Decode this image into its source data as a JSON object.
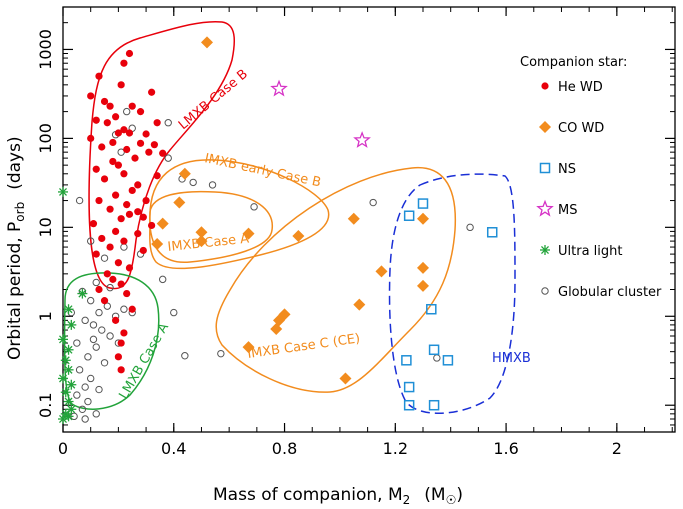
{
  "chart_data": {
    "type": "scatter",
    "xlabel": "Mass of companion, M",
    "xlabel_sub": "2",
    "xlabel_unit": "(M",
    "xlabel_unit_close": ")",
    "ylabel": "Orbital period, P",
    "ylabel_sub": "orb",
    "ylabel_unit": "(days)",
    "xlim": [
      0,
      2.21
    ],
    "ylim": [
      0.05,
      3000
    ],
    "yscale": "log",
    "x_ticks": [
      {
        "v": 0,
        "label": "0"
      },
      {
        "v": 0.4,
        "label": "0.4"
      },
      {
        "v": 0.8,
        "label": "0.8"
      },
      {
        "v": 1.2,
        "label": "1.2"
      },
      {
        "v": 1.6,
        "label": "1.6"
      },
      {
        "v": 2,
        "label": "2"
      }
    ],
    "y_ticks": [
      {
        "v": 0.1,
        "label": "0.1"
      },
      {
        "v": 1,
        "label": "1"
      },
      {
        "v": 10,
        "label": "10"
      },
      {
        "v": 100,
        "label": "100"
      },
      {
        "v": 1000,
        "label": "1000"
      }
    ],
    "legend": {
      "title": "Companion star:",
      "placement": "right",
      "entries": [
        {
          "label": "He WD",
          "marker": "filled-circle",
          "color": "#e8000b"
        },
        {
          "label": "CO WD",
          "marker": "filled-diamond",
          "color": "#f28c1e"
        },
        {
          "label": "NS",
          "marker": "open-square",
          "color": "#1f8fd6"
        },
        {
          "label": "MS",
          "marker": "open-star",
          "color": "#d633c6"
        },
        {
          "label": "Ultra light",
          "marker": "asterisk",
          "color": "#22a33a"
        },
        {
          "label": "Globular cluster",
          "marker": "open-circle",
          "color": "#555555"
        }
      ]
    },
    "regions": [
      {
        "label": "LMXB Case B",
        "color": "#e8000b",
        "style": "solid"
      },
      {
        "label": "IMXB early Case B",
        "color": "#f28c1e",
        "style": "solid"
      },
      {
        "label": "IMXB Case A",
        "color": "#f28c1e",
        "style": "solid"
      },
      {
        "label": "IMXB Case C (CE)",
        "color": "#f28c1e",
        "style": "solid"
      },
      {
        "label": "LMXB Case A",
        "color": "#22a33a",
        "style": "solid"
      },
      {
        "label": "HMXB",
        "color": "#1a2fd6",
        "style": "dashed"
      }
    ],
    "series": [
      {
        "name": "He WD",
        "points": [
          [
            0.24,
            900
          ],
          [
            0.22,
            700
          ],
          [
            0.13,
            500
          ],
          [
            0.21,
            400
          ],
          [
            0.32,
            330
          ],
          [
            0.1,
            300
          ],
          [
            0.15,
            260
          ],
          [
            0.25,
            230
          ],
          [
            0.17,
            230
          ],
          [
            0.28,
            200
          ],
          [
            0.19,
            175
          ],
          [
            0.12,
            160
          ],
          [
            0.16,
            150
          ],
          [
            0.34,
            150
          ],
          [
            0.22,
            125
          ],
          [
            0.2,
            115
          ],
          [
            0.24,
            115
          ],
          [
            0.3,
            112
          ],
          [
            0.1,
            100
          ],
          [
            0.18,
            90
          ],
          [
            0.28,
            88
          ],
          [
            0.33,
            85
          ],
          [
            0.14,
            80
          ],
          [
            0.23,
            75
          ],
          [
            0.31,
            70
          ],
          [
            0.36,
            68
          ],
          [
            0.26,
            60
          ],
          [
            0.18,
            55
          ],
          [
            0.2,
            50
          ],
          [
            0.12,
            45
          ],
          [
            0.22,
            40
          ],
          [
            0.34,
            38
          ],
          [
            0.15,
            35
          ],
          [
            0.27,
            30
          ],
          [
            0.25,
            26
          ],
          [
            0.19,
            23
          ],
          [
            0.13,
            20
          ],
          [
            0.3,
            20
          ],
          [
            0.23,
            18
          ],
          [
            0.17,
            16
          ],
          [
            0.27,
            15
          ],
          [
            0.24,
            14
          ],
          [
            0.29,
            13
          ],
          [
            0.21,
            12.5
          ],
          [
            0.11,
            11
          ],
          [
            0.32,
            10.5
          ],
          [
            0.19,
            9
          ],
          [
            0.27,
            8.5
          ],
          [
            0.14,
            7.5
          ],
          [
            0.22,
            7
          ],
          [
            0.17,
            6
          ],
          [
            0.29,
            5.5
          ],
          [
            0.12,
            5
          ],
          [
            0.2,
            4
          ],
          [
            0.24,
            3.5
          ],
          [
            0.16,
            3
          ],
          [
            0.18,
            2.6
          ],
          [
            0.21,
            2.3
          ],
          [
            0.13,
            2
          ],
          [
            0.23,
            1.8
          ],
          [
            0.15,
            1.5
          ],
          [
            0.25,
            1.2
          ],
          [
            0.19,
            0.9
          ],
          [
            0.22,
            0.65
          ],
          [
            0.21,
            0.5
          ],
          [
            0.2,
            0.35
          ],
          [
            0.21,
            0.25
          ]
        ]
      },
      {
        "name": "CO WD",
        "points": [
          [
            0.52,
            1200
          ],
          [
            0.44,
            40
          ],
          [
            0.42,
            19
          ],
          [
            0.36,
            11
          ],
          [
            0.5,
            8.8
          ],
          [
            0.5,
            7
          ],
          [
            0.34,
            6.5
          ],
          [
            0.67,
            8.5
          ],
          [
            0.85,
            8
          ],
          [
            1.05,
            12.5
          ],
          [
            1.3,
            12.5
          ],
          [
            1.3,
            3.5
          ],
          [
            1.15,
            3.2
          ],
          [
            1.3,
            2.2
          ],
          [
            1.07,
            1.35
          ],
          [
            0.8,
            1.05
          ],
          [
            0.78,
            0.9
          ],
          [
            0.77,
            0.72
          ],
          [
            0.67,
            0.45
          ],
          [
            1.02,
            0.2
          ]
        ]
      },
      {
        "name": "NS",
        "points": [
          [
            1.3,
            18.5
          ],
          [
            1.25,
            13.5
          ],
          [
            1.55,
            8.8
          ],
          [
            1.33,
            1.2
          ],
          [
            1.34,
            0.42
          ],
          [
            1.24,
            0.32
          ],
          [
            1.39,
            0.32
          ],
          [
            1.25,
            0.16
          ],
          [
            1.25,
            0.1
          ],
          [
            1.34,
            0.1
          ]
        ]
      },
      {
        "name": "MS",
        "points": [
          [
            0.78,
            360
          ],
          [
            1.08,
            95
          ]
        ]
      },
      {
        "name": "Ultra light",
        "points": [
          [
            0.0,
            25
          ],
          [
            0.07,
            1.8
          ],
          [
            0.02,
            1.2
          ],
          [
            0.03,
            0.8
          ],
          [
            0.0,
            0.55
          ],
          [
            0.02,
            0.42
          ],
          [
            0.01,
            0.32
          ],
          [
            0.02,
            0.25
          ],
          [
            0.0,
            0.2
          ],
          [
            0.03,
            0.17
          ],
          [
            0.01,
            0.14
          ],
          [
            0.02,
            0.11
          ],
          [
            0.03,
            0.09
          ],
          [
            0.01,
            0.08
          ],
          [
            0.02,
            0.075
          ],
          [
            0.0,
            0.07
          ]
        ]
      },
      {
        "name": "Globular cluster",
        "points": [
          [
            0.23,
            200
          ],
          [
            0.25,
            130
          ],
          [
            0.38,
            150
          ],
          [
            0.19,
            110
          ],
          [
            0.38,
            60
          ],
          [
            0.21,
            70
          ],
          [
            0.43,
            35
          ],
          [
            0.47,
            32
          ],
          [
            0.54,
            30
          ],
          [
            0.69,
            17
          ],
          [
            1.12,
            19
          ],
          [
            1.47,
            10
          ],
          [
            0.06,
            20
          ],
          [
            0.1,
            7
          ],
          [
            0.15,
            4.5
          ],
          [
            0.22,
            6
          ],
          [
            0.28,
            5
          ],
          [
            0.36,
            2.6
          ],
          [
            0.12,
            2.4
          ],
          [
            0.17,
            2.1
          ],
          [
            0.07,
            1.9
          ],
          [
            0.1,
            1.5
          ],
          [
            0.13,
            1.1
          ],
          [
            0.16,
            1.3
          ],
          [
            0.19,
            1.0
          ],
          [
            0.22,
            1.2
          ],
          [
            0.25,
            1.1
          ],
          [
            0.08,
            0.9
          ],
          [
            0.11,
            0.8
          ],
          [
            0.14,
            0.7
          ],
          [
            0.17,
            0.6
          ],
          [
            0.2,
            0.5
          ],
          [
            0.12,
            0.45
          ],
          [
            0.09,
            0.35
          ],
          [
            0.15,
            0.3
          ],
          [
            0.06,
            0.25
          ],
          [
            0.1,
            0.2
          ],
          [
            0.08,
            0.16
          ],
          [
            0.13,
            0.15
          ],
          [
            0.05,
            0.13
          ],
          [
            0.09,
            0.11
          ],
          [
            0.07,
            0.09
          ],
          [
            0.12,
            0.08
          ],
          [
            0.04,
            0.075
          ],
          [
            0.08,
            0.07
          ],
          [
            0.4,
            1.1
          ],
          [
            0.44,
            0.36
          ],
          [
            0.57,
            0.38
          ],
          [
            1.35,
            0.34
          ],
          [
            0.05,
            0.5
          ],
          [
            0.03,
            1.1
          ],
          [
            0.11,
            0.55
          ]
        ]
      }
    ]
  }
}
